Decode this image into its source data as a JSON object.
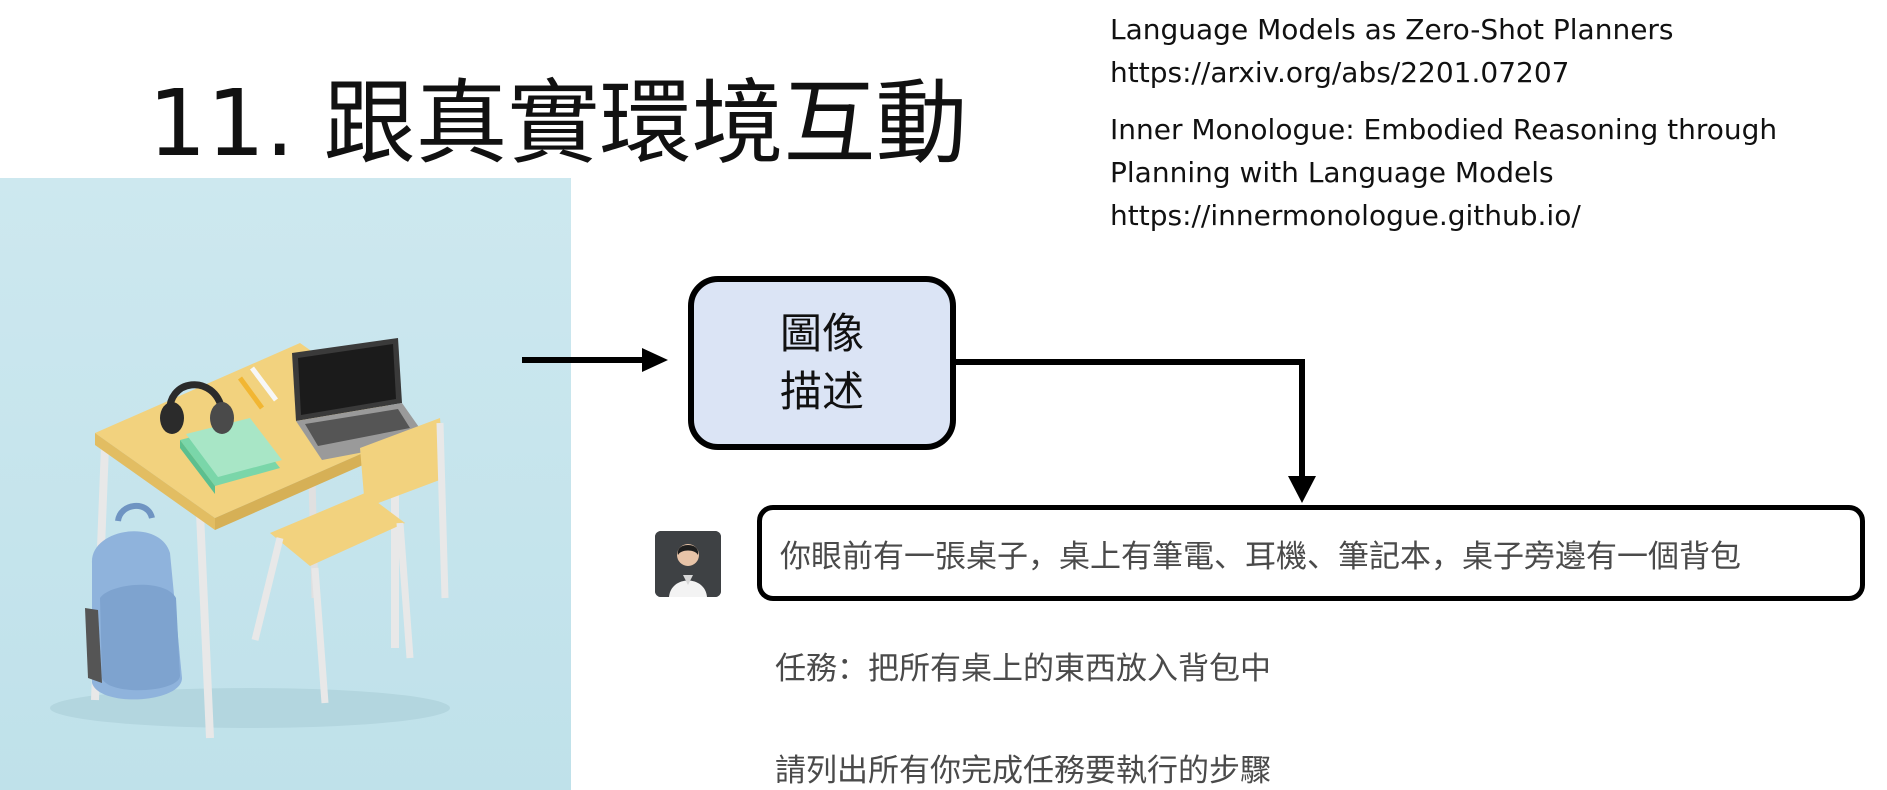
{
  "slide": {
    "title": "11. 跟真實環境互動"
  },
  "references": [
    {
      "title": "Language Models as Zero-Shot Planners",
      "url": "https://arxiv.org/abs/2201.07207"
    },
    {
      "title_line1": "Inner Monologue: Embodied Reasoning through",
      "title_line2": "Planning with Language Models",
      "url": "https://innermonologue.github.io/"
    }
  ],
  "diagram": {
    "box_line1": "圖像",
    "box_line2": "描述"
  },
  "chat": {
    "prompt": "你眼前有一張桌子，桌上有筆電、耳機、筆記本，桌子旁邊有一個背包",
    "task": "任務：把所有桌上的東西放入背包中",
    "instruction": "請列出所有你完成任務要執行的步驟"
  },
  "colors": {
    "box_fill": "#dbe4f5",
    "photo_bg": "#c7e5ed",
    "text": "#4a4a4a"
  }
}
